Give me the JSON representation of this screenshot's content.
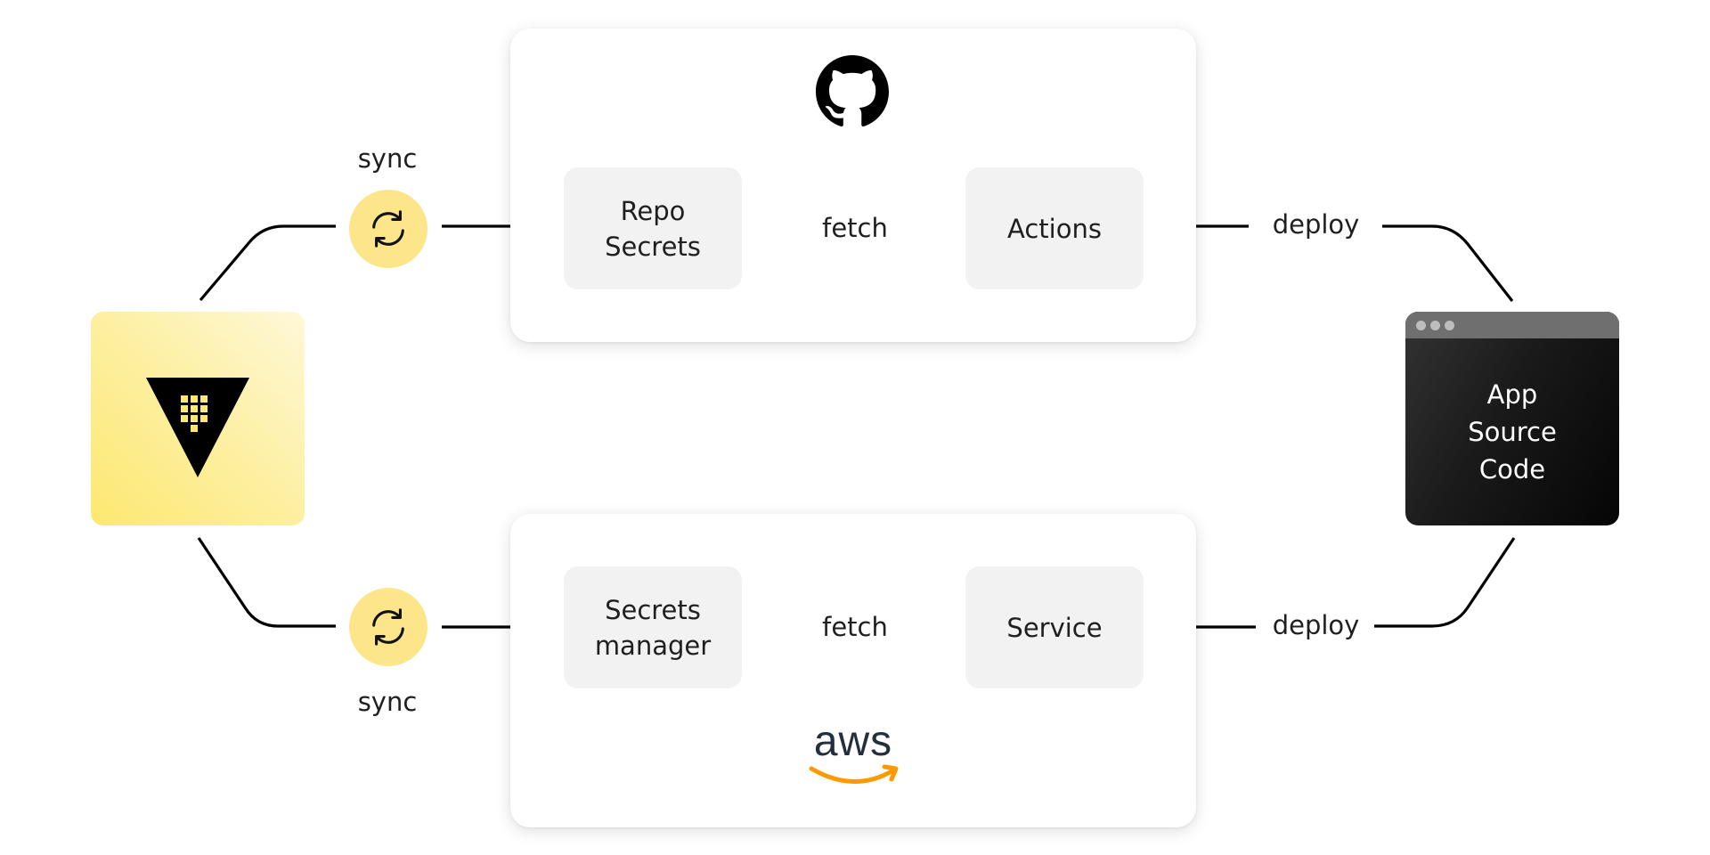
{
  "colors": {
    "accent_yellow": "#fde68a",
    "vault_yellow": "#fde870",
    "node_fill": "#f2f2f2",
    "line": "#000000",
    "aws_orange": "#ff9900",
    "aws_text": "#232f3e"
  },
  "vault": {
    "icon": "hashicorp-vault-logo"
  },
  "github_panel": {
    "icon": "github-logo",
    "repo_secrets": "Repo\nSecrets",
    "actions": "Actions",
    "fetch_label": "fetch"
  },
  "aws_panel": {
    "logo_text": "aws",
    "secrets_manager": "Secrets\nmanager",
    "service": "Service",
    "fetch_label": "fetch"
  },
  "source": {
    "label": "App\nSource\nCode"
  },
  "sync_top": {
    "label": "sync",
    "icon": "sync-icon"
  },
  "sync_bottom": {
    "label": "sync",
    "icon": "sync-icon"
  },
  "deploy_top": {
    "label": "deploy"
  },
  "deploy_bottom": {
    "label": "deploy"
  }
}
